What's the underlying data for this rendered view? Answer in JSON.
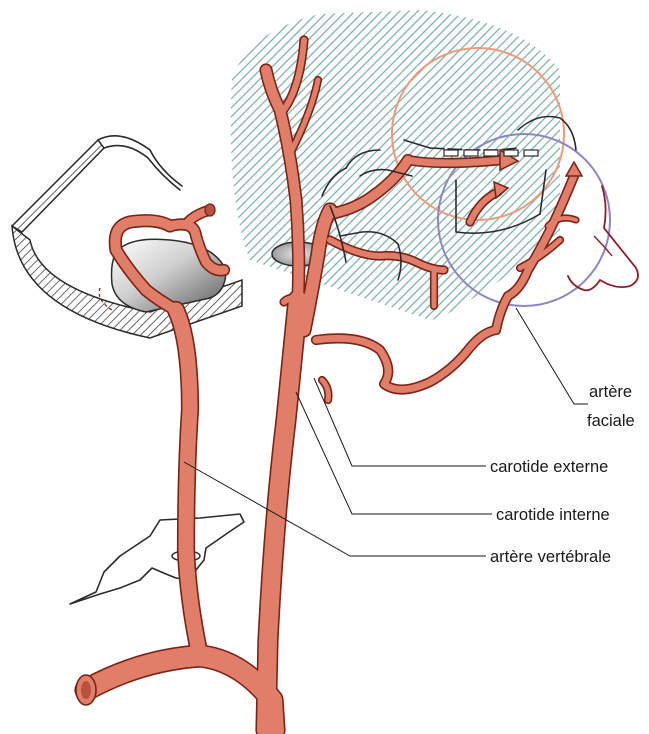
{
  "labels": {
    "faciale_line1": "artère",
    "faciale_line2": "faciale",
    "carotide_externe": "carotide externe",
    "carotide_interne": "carotide interne",
    "vertebrale": "artère vertébrale"
  },
  "colors": {
    "artery_fill": "#e07e69",
    "artery_outline": "#7a2316",
    "hatch": "#7fb3ae",
    "circle_orange": "#ef9a7c",
    "circle_purple": "#8c86c4",
    "skin": "#8a1f28",
    "ink": "#2b2b2b"
  },
  "icons": [
    "skull-section-icon",
    "vertebra-icon",
    "hatched-zone-icon"
  ]
}
